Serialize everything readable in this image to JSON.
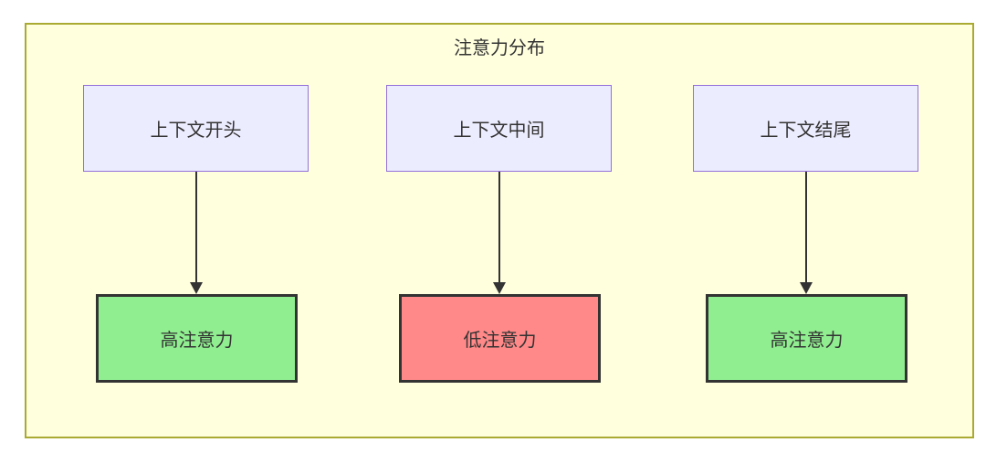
{
  "diagram": {
    "title": "注意力分布",
    "nodes": {
      "top": [
        {
          "id": "context-start",
          "label": "上下文开头"
        },
        {
          "id": "context-middle",
          "label": "上下文中间"
        },
        {
          "id": "context-end",
          "label": "上下文结尾"
        }
      ],
      "bottom": [
        {
          "id": "high-attention-1",
          "label": "高注意力",
          "level": "high"
        },
        {
          "id": "low-attention",
          "label": "低注意力",
          "level": "low"
        },
        {
          "id": "high-attention-2",
          "label": "高注意力",
          "level": "high"
        }
      ]
    },
    "edges": [
      {
        "from": "context-start",
        "to": "high-attention-1"
      },
      {
        "from": "context-middle",
        "to": "low-attention"
      },
      {
        "from": "context-end",
        "to": "high-attention-2"
      }
    ],
    "colors": {
      "cluster_background": "#ffffde",
      "cluster_border": "#aaaa33",
      "top_node_background": "#ececff",
      "top_node_border": "#9370db",
      "high_attention_background": "#90ee90",
      "low_attention_background": "#ff8888",
      "bottom_node_border": "#333333",
      "edge": "#333333",
      "text": "#333333"
    }
  }
}
